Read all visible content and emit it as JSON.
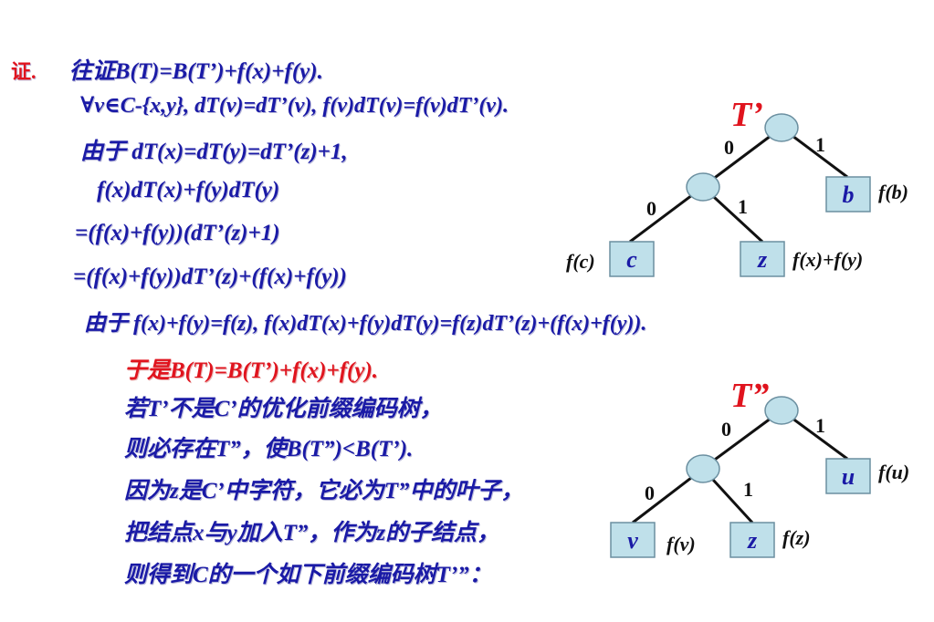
{
  "proof": {
    "label": "证.",
    "lines": [
      "往证B(T)=B(T’)+f(x)+f(y).",
      "∀v∈C-{x,y}, dT(v)=dT’(v),  f(v)dT(v)=f(v)dT’(v).",
      "由于  dT(x)=dT(y)=dT’(z)+1,",
      "f(x)dT(x)+f(y)dT(y)",
      "=(f(x)+f(y))(dT’(z)+1)",
      "=(f(x)+f(y))dT’(z)+(f(x)+f(y))",
      "由于 f(x)+f(y)=f(z),  f(x)dT(x)+f(y)dT(y)=f(z)dT’(z)+(f(x)+f(y)).",
      "于是B(T)=B(T’)+f(x)+f(y).",
      "若T’不是C’的优化前缀编码树，",
      "则必存在T”，使B(T”)<B(T’).",
      "因为z是C’中字符，它必为T”中的叶子，",
      "把结点x与y加入T”，作为z的子结点，",
      "则得到C的一个如下前缀编码树T’”："
    ]
  },
  "tree1": {
    "title": "T’",
    "edge_left": "0",
    "edge_right": "1",
    "sub_edge_left": "0",
    "sub_edge_right": "1",
    "leaf_b": "b",
    "leaf_c": "c",
    "leaf_z": "z",
    "weight_b": "f(b)",
    "weight_c": "f(c)",
    "weight_z": "f(x)+f(y)"
  },
  "tree2": {
    "title": "T”",
    "edge_left": "0",
    "edge_right": "1",
    "sub_edge_left": "0",
    "sub_edge_right": "1",
    "leaf_u": "u",
    "leaf_v": "v",
    "leaf_z": "z",
    "weight_u": "f(u)",
    "weight_v": "f(v)",
    "weight_z": "f(z)"
  },
  "colors": {
    "text_blue": "#1a1aa6",
    "accent_red": "#e0141e",
    "node_fill": "#bfe0ea",
    "leaf_fill": "#bfe0ea"
  }
}
